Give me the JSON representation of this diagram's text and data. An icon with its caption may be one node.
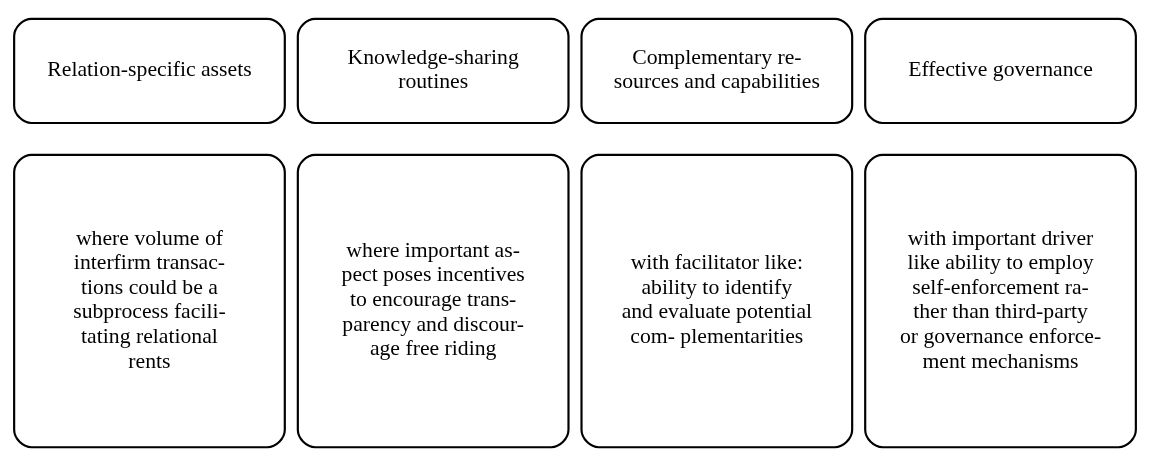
{
  "diagram": {
    "nodes": [
      {
        "text": [
          "Relation-specific assets"
        ]
      },
      {
        "text": [
          "Knowledge-sharing routines"
        ]
      },
      {
        "text": [
          "Complementary re- sources and capabilities"
        ]
      },
      {
        "text": [
          "Effective governance"
        ]
      },
      {
        "text": [
          "where volume of interfirm transac- tions could be a subprocess facili- tating relational rents"
        ]
      },
      {
        "text": [
          "where important as- pect poses incentives to encourage trans- parency and discour- age free riding"
        ]
      },
      {
        "text": [
          "with facilitator like: ability to identify and evaluate potential com- plementarities"
        ]
      },
      {
        "text": [
          "with important driver like ability to employ self-enforcement ra- ther than third-party or governance enforce- ment mechanisms"
        ]
      }
    ]
  }
}
